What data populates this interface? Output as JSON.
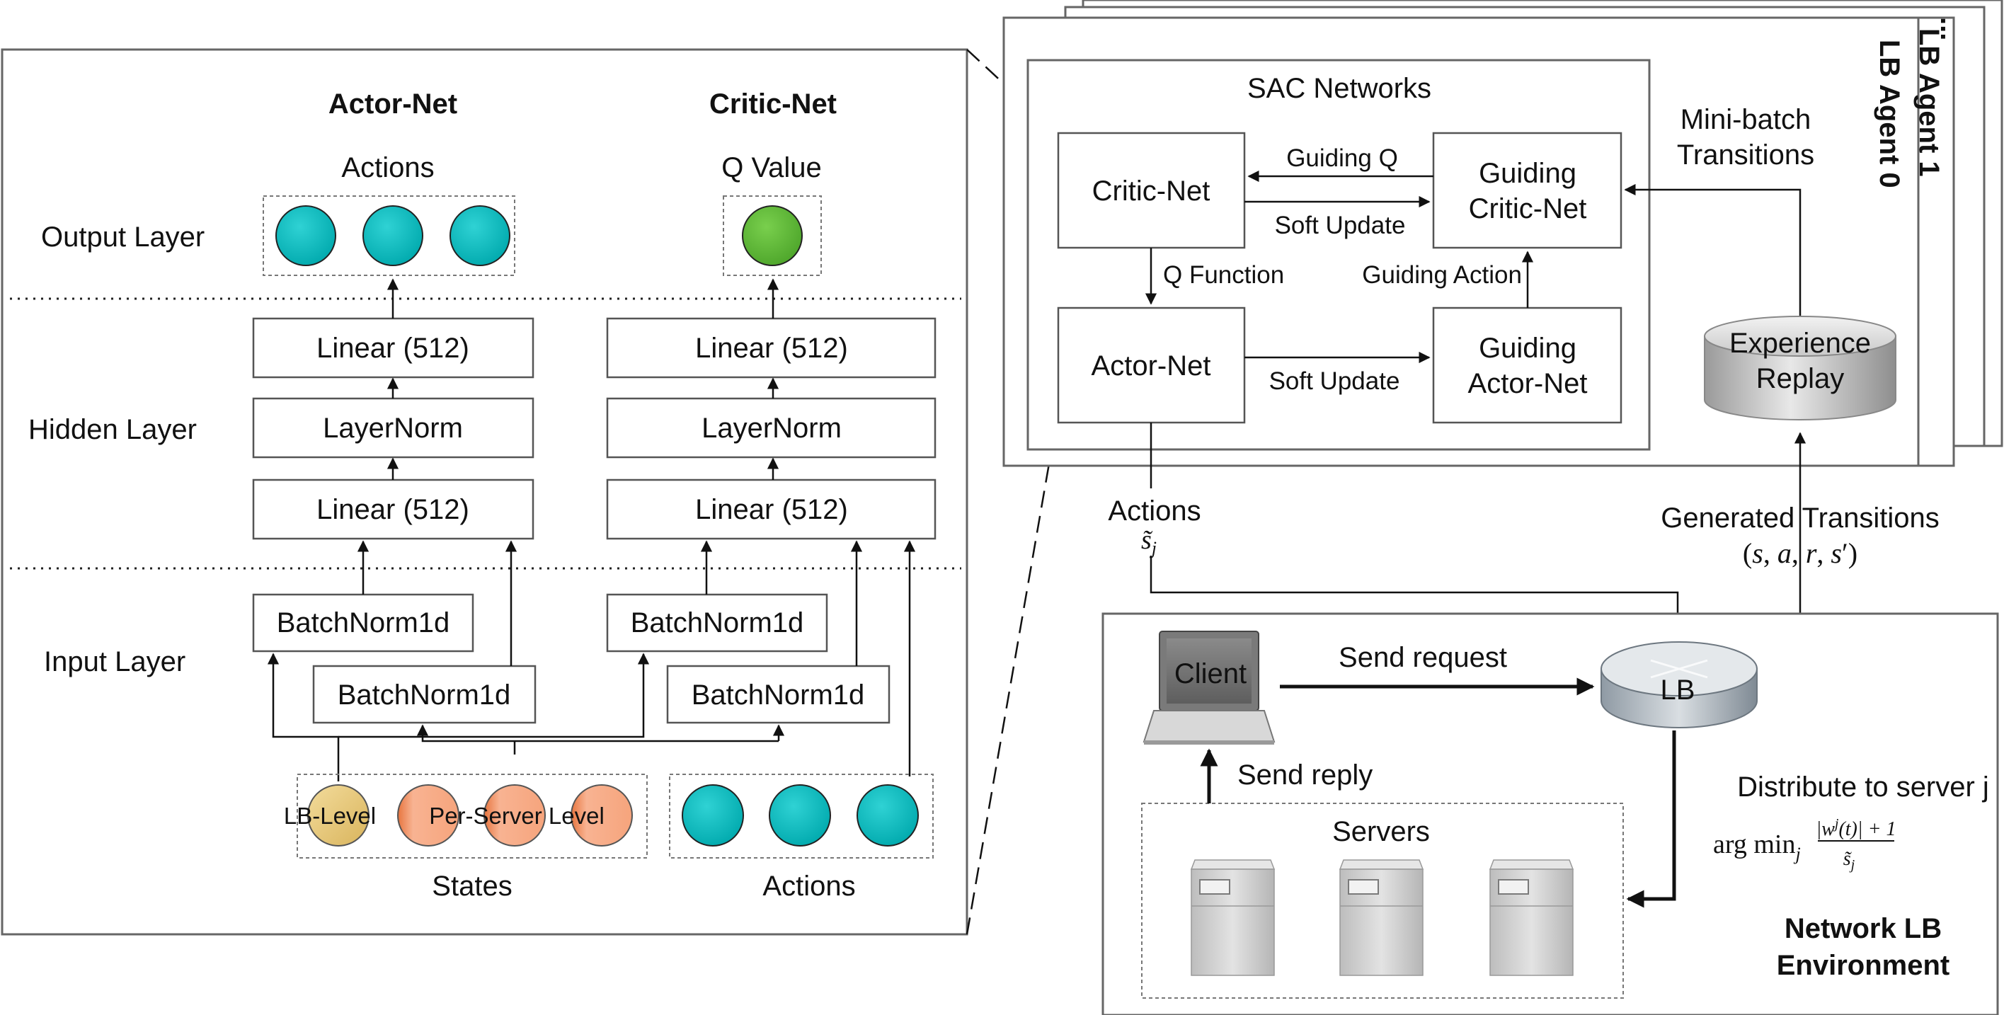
{
  "actor_critic_panel": {
    "actor_net_title": "Actor-Net",
    "critic_net_title": "Critic-Net",
    "actions_output_label": "Actions",
    "q_value_label": "Q Value",
    "output_layer_label": "Output Layer",
    "hidden_layer_label": "Hidden Layer",
    "input_layer_label": "Input Layer",
    "actor_layers": [
      "Linear (512)",
      "LayerNorm",
      "Linear (512)"
    ],
    "critic_layers": [
      "Linear (512)",
      "LayerNorm",
      "Linear (512)"
    ],
    "actor_batchnorm": [
      "BatchNorm1d",
      "BatchNorm1d"
    ],
    "critic_batchnorm": [
      "BatchNorm1d",
      "BatchNorm1d"
    ],
    "lb_level_label": "LB-Level",
    "per_server_level_label": "Per-Server Level",
    "states_label": "States",
    "actions_input_label": "Actions"
  },
  "agent_panel": {
    "agent_1_label": "LB Agent 1",
    "agent_0_label": "LB Agent 0",
    "more_agents": "...",
    "sac_title": "SAC Networks",
    "critic_net": "Critic-Net",
    "actor_net": "Actor-Net",
    "guiding_critic_line1": "Guiding",
    "guiding_critic_line2": "Critic-Net",
    "guiding_actor_line1": "Guiding",
    "guiding_actor_line2": "Actor-Net",
    "guiding_q": "Guiding Q",
    "soft_update_critic": "Soft Update",
    "q_function": "Q Function",
    "guiding_action": "Guiding Action",
    "soft_update_actor": "Soft Update",
    "minibatch_line1": "Mini-batch",
    "minibatch_line2": "Transitions",
    "experience_line1": "Experience",
    "experience_line2": "Replay"
  },
  "flow": {
    "actions_label": "Actions",
    "generated_transitions": "Generated Transitions"
  },
  "environment": {
    "client_label": "Client",
    "send_request": "Send request",
    "send_reply": "Send reply",
    "lb_label": "LB",
    "distribute_label": "Distribute to server j",
    "servers_label": "Servers",
    "env_title_line1": "Network LB",
    "env_title_line2": "Environment"
  },
  "colors": {
    "action_node": "#00b5b8",
    "q_node": "#5db533",
    "lb_level_node": "#e9c97a",
    "per_server_node": "#f5a77f"
  }
}
